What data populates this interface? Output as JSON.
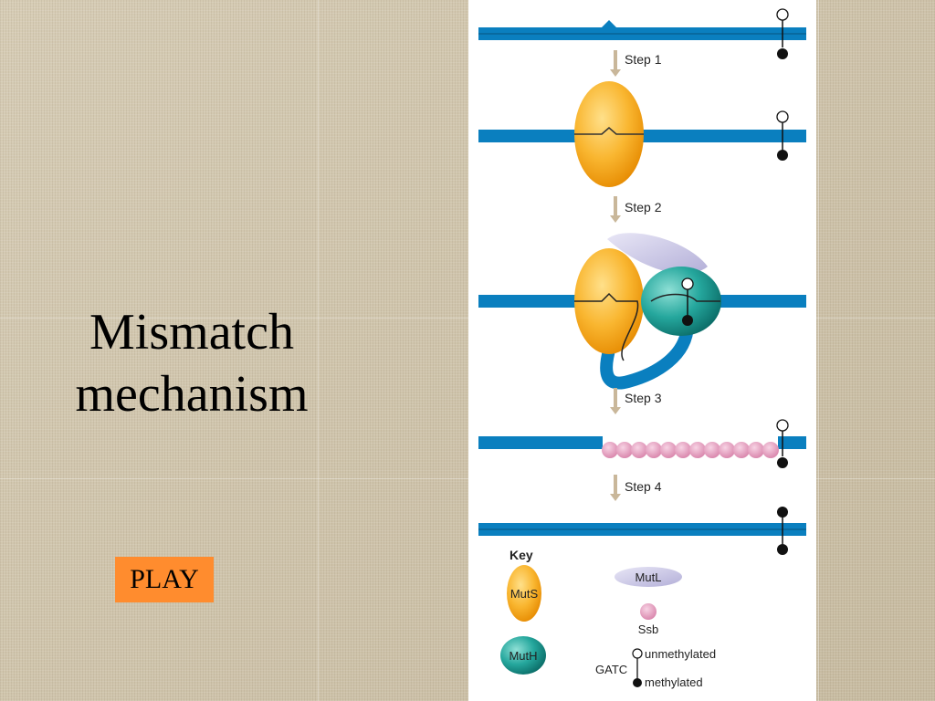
{
  "slide": {
    "title_line1": "Mismatch",
    "title_line2": "mechanism",
    "play_label": "PLAY"
  },
  "diagram": {
    "steps": [
      "Step 1",
      "Step 2",
      "Step 3",
      "Step 4"
    ],
    "key": {
      "heading": "Key",
      "muts": "MutS",
      "mutl": "MutL",
      "ssb": "Ssb",
      "muth": "MutH",
      "unmethylated": "unmethylated",
      "gatc": "GATC",
      "methylated": "methylated"
    },
    "colors": {
      "dna": "#0a7fbf",
      "muts": "#f4a623",
      "muth": "#1a9e96",
      "mutl": "#c9c7e6",
      "ssb": "#e8a3c4"
    }
  }
}
